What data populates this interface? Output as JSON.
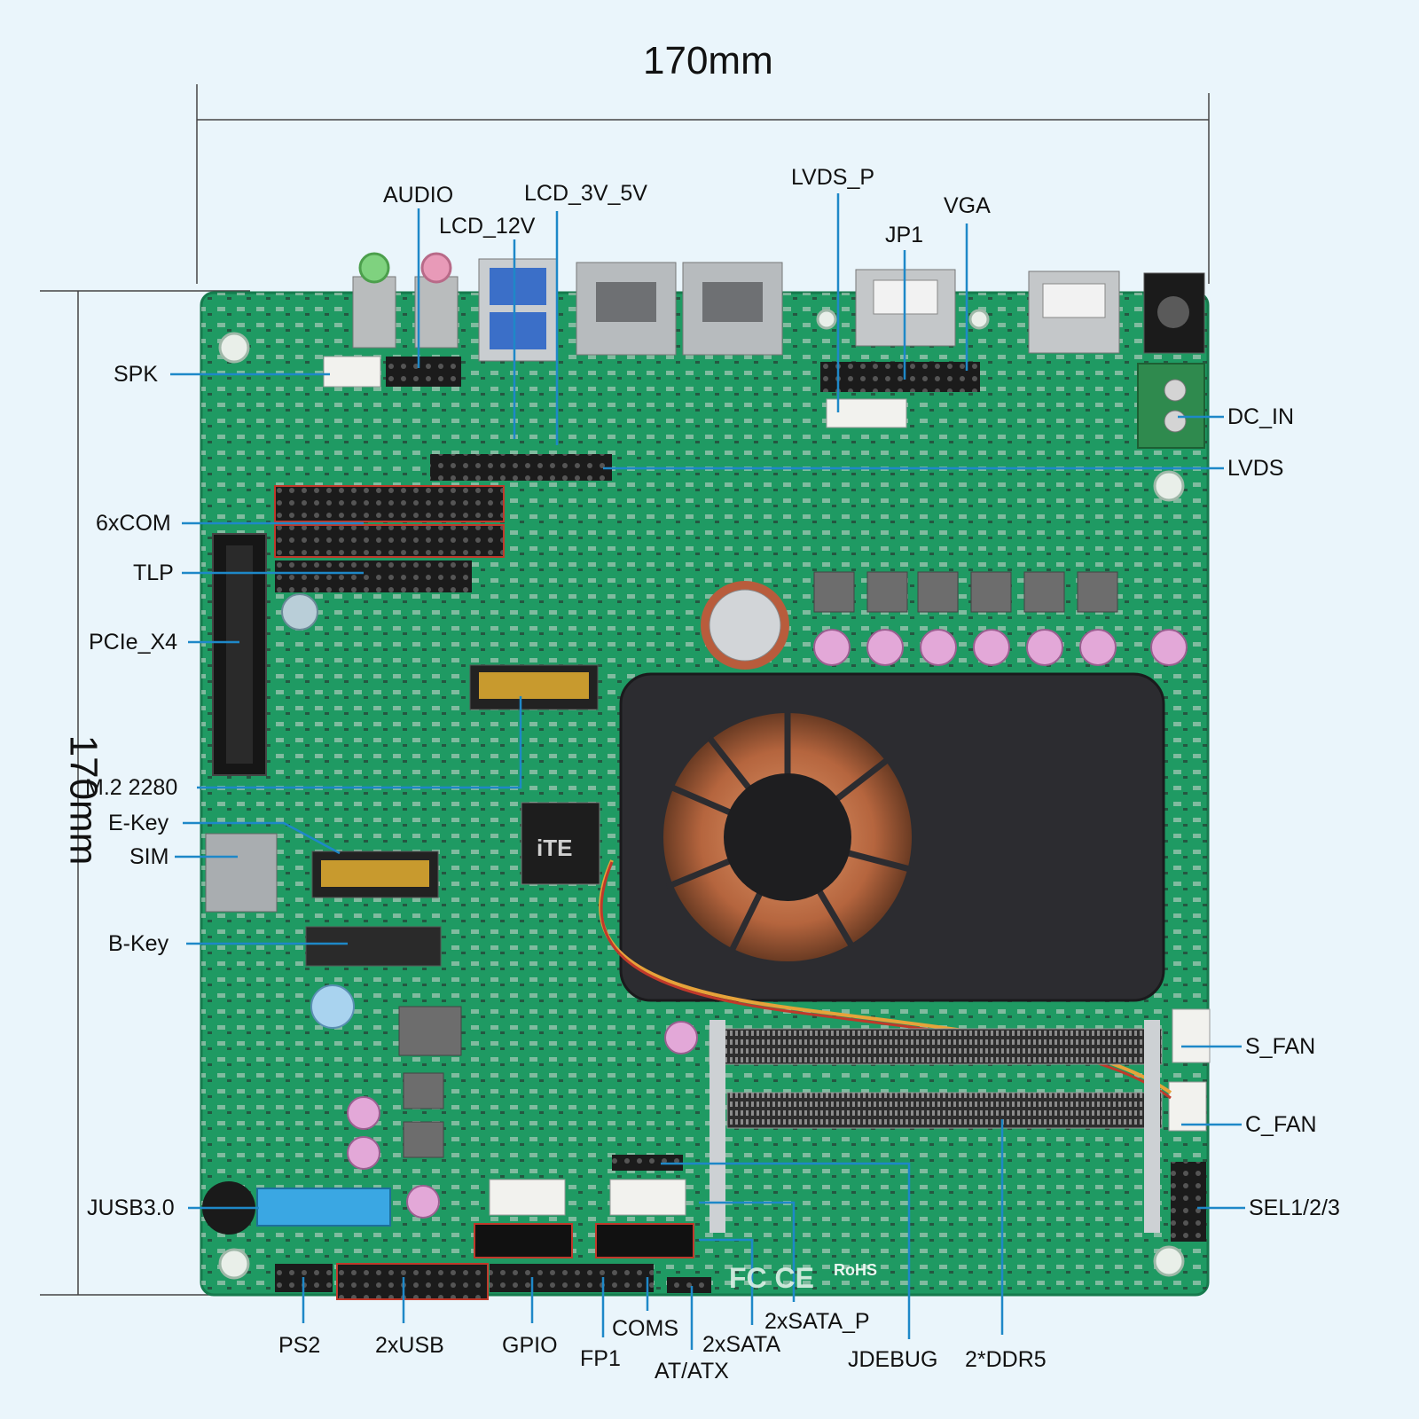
{
  "dimensions": {
    "width_label": "170mm",
    "height_label": "170mm"
  },
  "labels": {
    "audio": "AUDIO",
    "lcd_3v_5v": "LCD_3V_5V",
    "lcd_12v": "LCD_12V",
    "lvds_p": "LVDS_P",
    "jp1": "JP1",
    "vga": "VGA",
    "spk": "SPK",
    "dc_in": "DC_IN",
    "lvds": "LVDS",
    "six_com": "6xCOM",
    "tlp": "TLP",
    "pcie_x4": "PCIe_X4",
    "m2_2280": "M.2 2280",
    "e_key": "E-Key",
    "sim": "SIM",
    "b_key": "B-Key",
    "s_fan": "S_FAN",
    "c_fan": "C_FAN",
    "sel123": "SEL1/2/3",
    "jusb30": "JUSB3.0",
    "ps2": "PS2",
    "two_usb": "2xUSB",
    "gpio": "GPIO",
    "fp1": "FP1",
    "coms": "COMS",
    "at_atx": "AT/ATX",
    "two_sata": "2xSATA",
    "two_sata_p": "2xSATA_P",
    "jdebug": "JDEBUG",
    "two_ddr5": "2*DDR5"
  },
  "board_print": {
    "chip_brand": "iTE",
    "rohs": "RoHS",
    "fcc": "FC CE"
  },
  "colors": {
    "background": "#eaf5fb",
    "pcb": "#1f9a63",
    "pointer_line": "#1e88c8",
    "heatsink": "#2c2c30",
    "copper": "#c0724a"
  }
}
